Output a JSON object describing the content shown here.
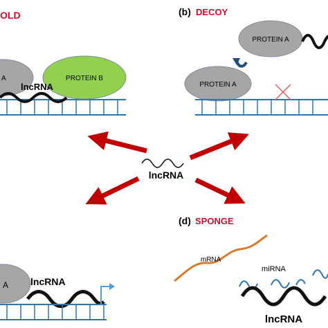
{
  "panels": {
    "scaffold": {
      "title": "OLD"
    },
    "decoy": {
      "letter": "(b)",
      "title": "DECOY"
    },
    "sponge": {
      "letter": "(d)",
      "title": "SPONGE"
    }
  },
  "labels": {
    "protein_a": "PROTEIN A",
    "protein_a_cut": "A",
    "protein_b": "PROTEIN B",
    "lncrna": "lncRNA",
    "mrna": "mRNA",
    "mirna": "miRNA"
  },
  "colors": {
    "title_red": "#c8102e",
    "arrow_red": "#c00000",
    "protein_a_fill": "#a6a6a6",
    "protein_b_fill": "#92d050",
    "dna_blue": "#2e75b6",
    "mrna_orange": "#d97a2b",
    "mirna_blue": "#2e75b6",
    "cross_red": "#e06060",
    "arrow_dark_blue": "#1f4e79",
    "promoter_arrow": "#5b9bd5"
  }
}
